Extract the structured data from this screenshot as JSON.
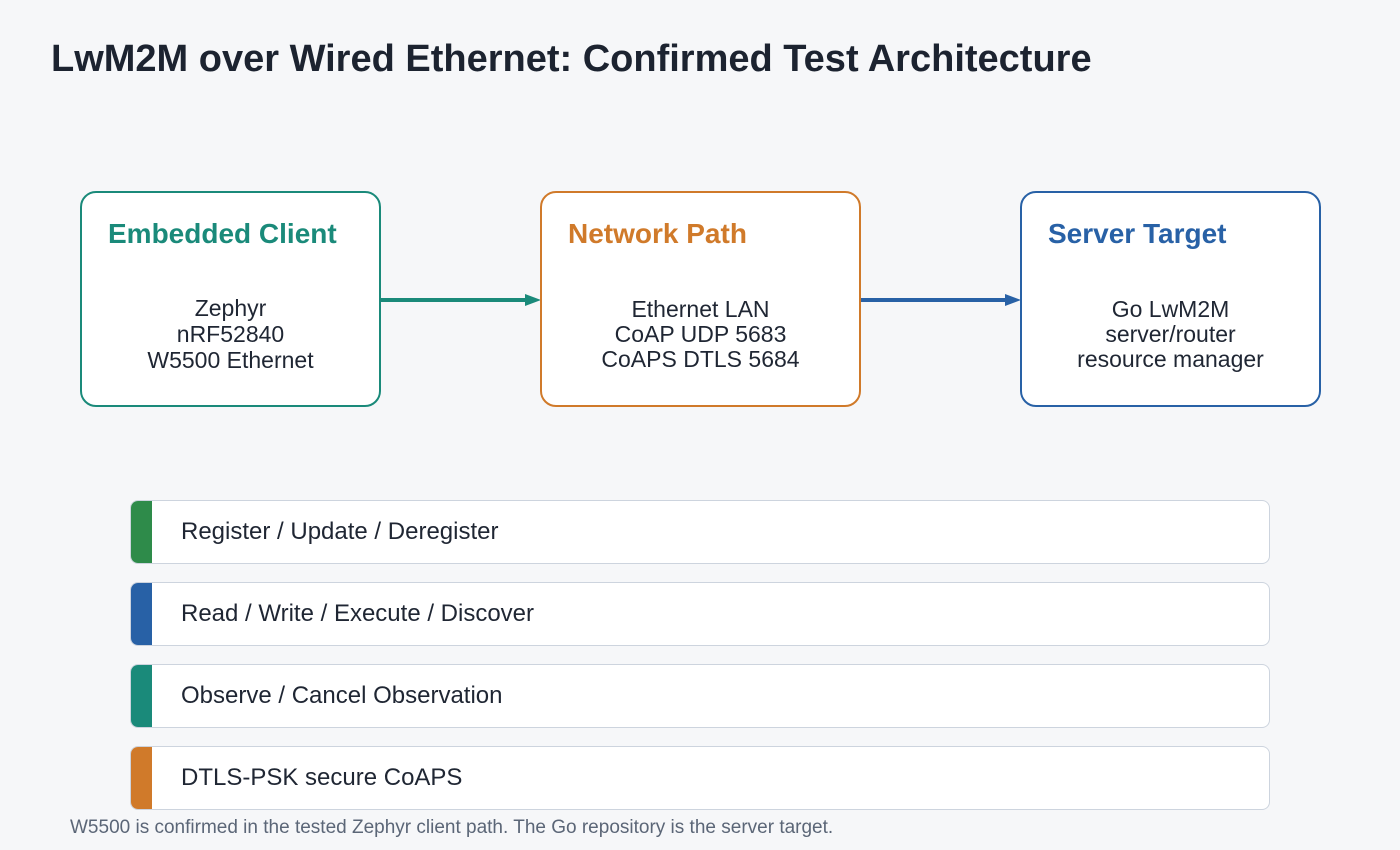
{
  "title": "LwM2M over Wired Ethernet: Confirmed Test Architecture",
  "colors": {
    "client": "#1a8a7a",
    "network": "#d07a2a",
    "server": "#2861a6",
    "register": "#2e8b4a",
    "read": "#2861a6",
    "observe": "#1a8a7a",
    "dtls": "#d07a2a"
  },
  "boxes": {
    "client": {
      "title": "Embedded Client",
      "lines": [
        "Zephyr",
        "nRF52840",
        "W5500 Ethernet"
      ]
    },
    "network": {
      "title": "Network Path",
      "lines": [
        "Ethernet LAN",
        "CoAP UDP 5683",
        "CoAPS DTLS 5684"
      ]
    },
    "server": {
      "title": "Server Target",
      "lines": [
        "Go LwM2M",
        "server/router",
        "resource manager"
      ]
    }
  },
  "capabilities": [
    {
      "label": "Register / Update / Deregister"
    },
    {
      "label": "Read / Write / Execute / Discover"
    },
    {
      "label": "Observe / Cancel Observation"
    },
    {
      "label": "DTLS-PSK secure CoAPS"
    }
  ],
  "footnote": "W5500 is confirmed in the tested Zephyr client path. The Go repository is the server target."
}
